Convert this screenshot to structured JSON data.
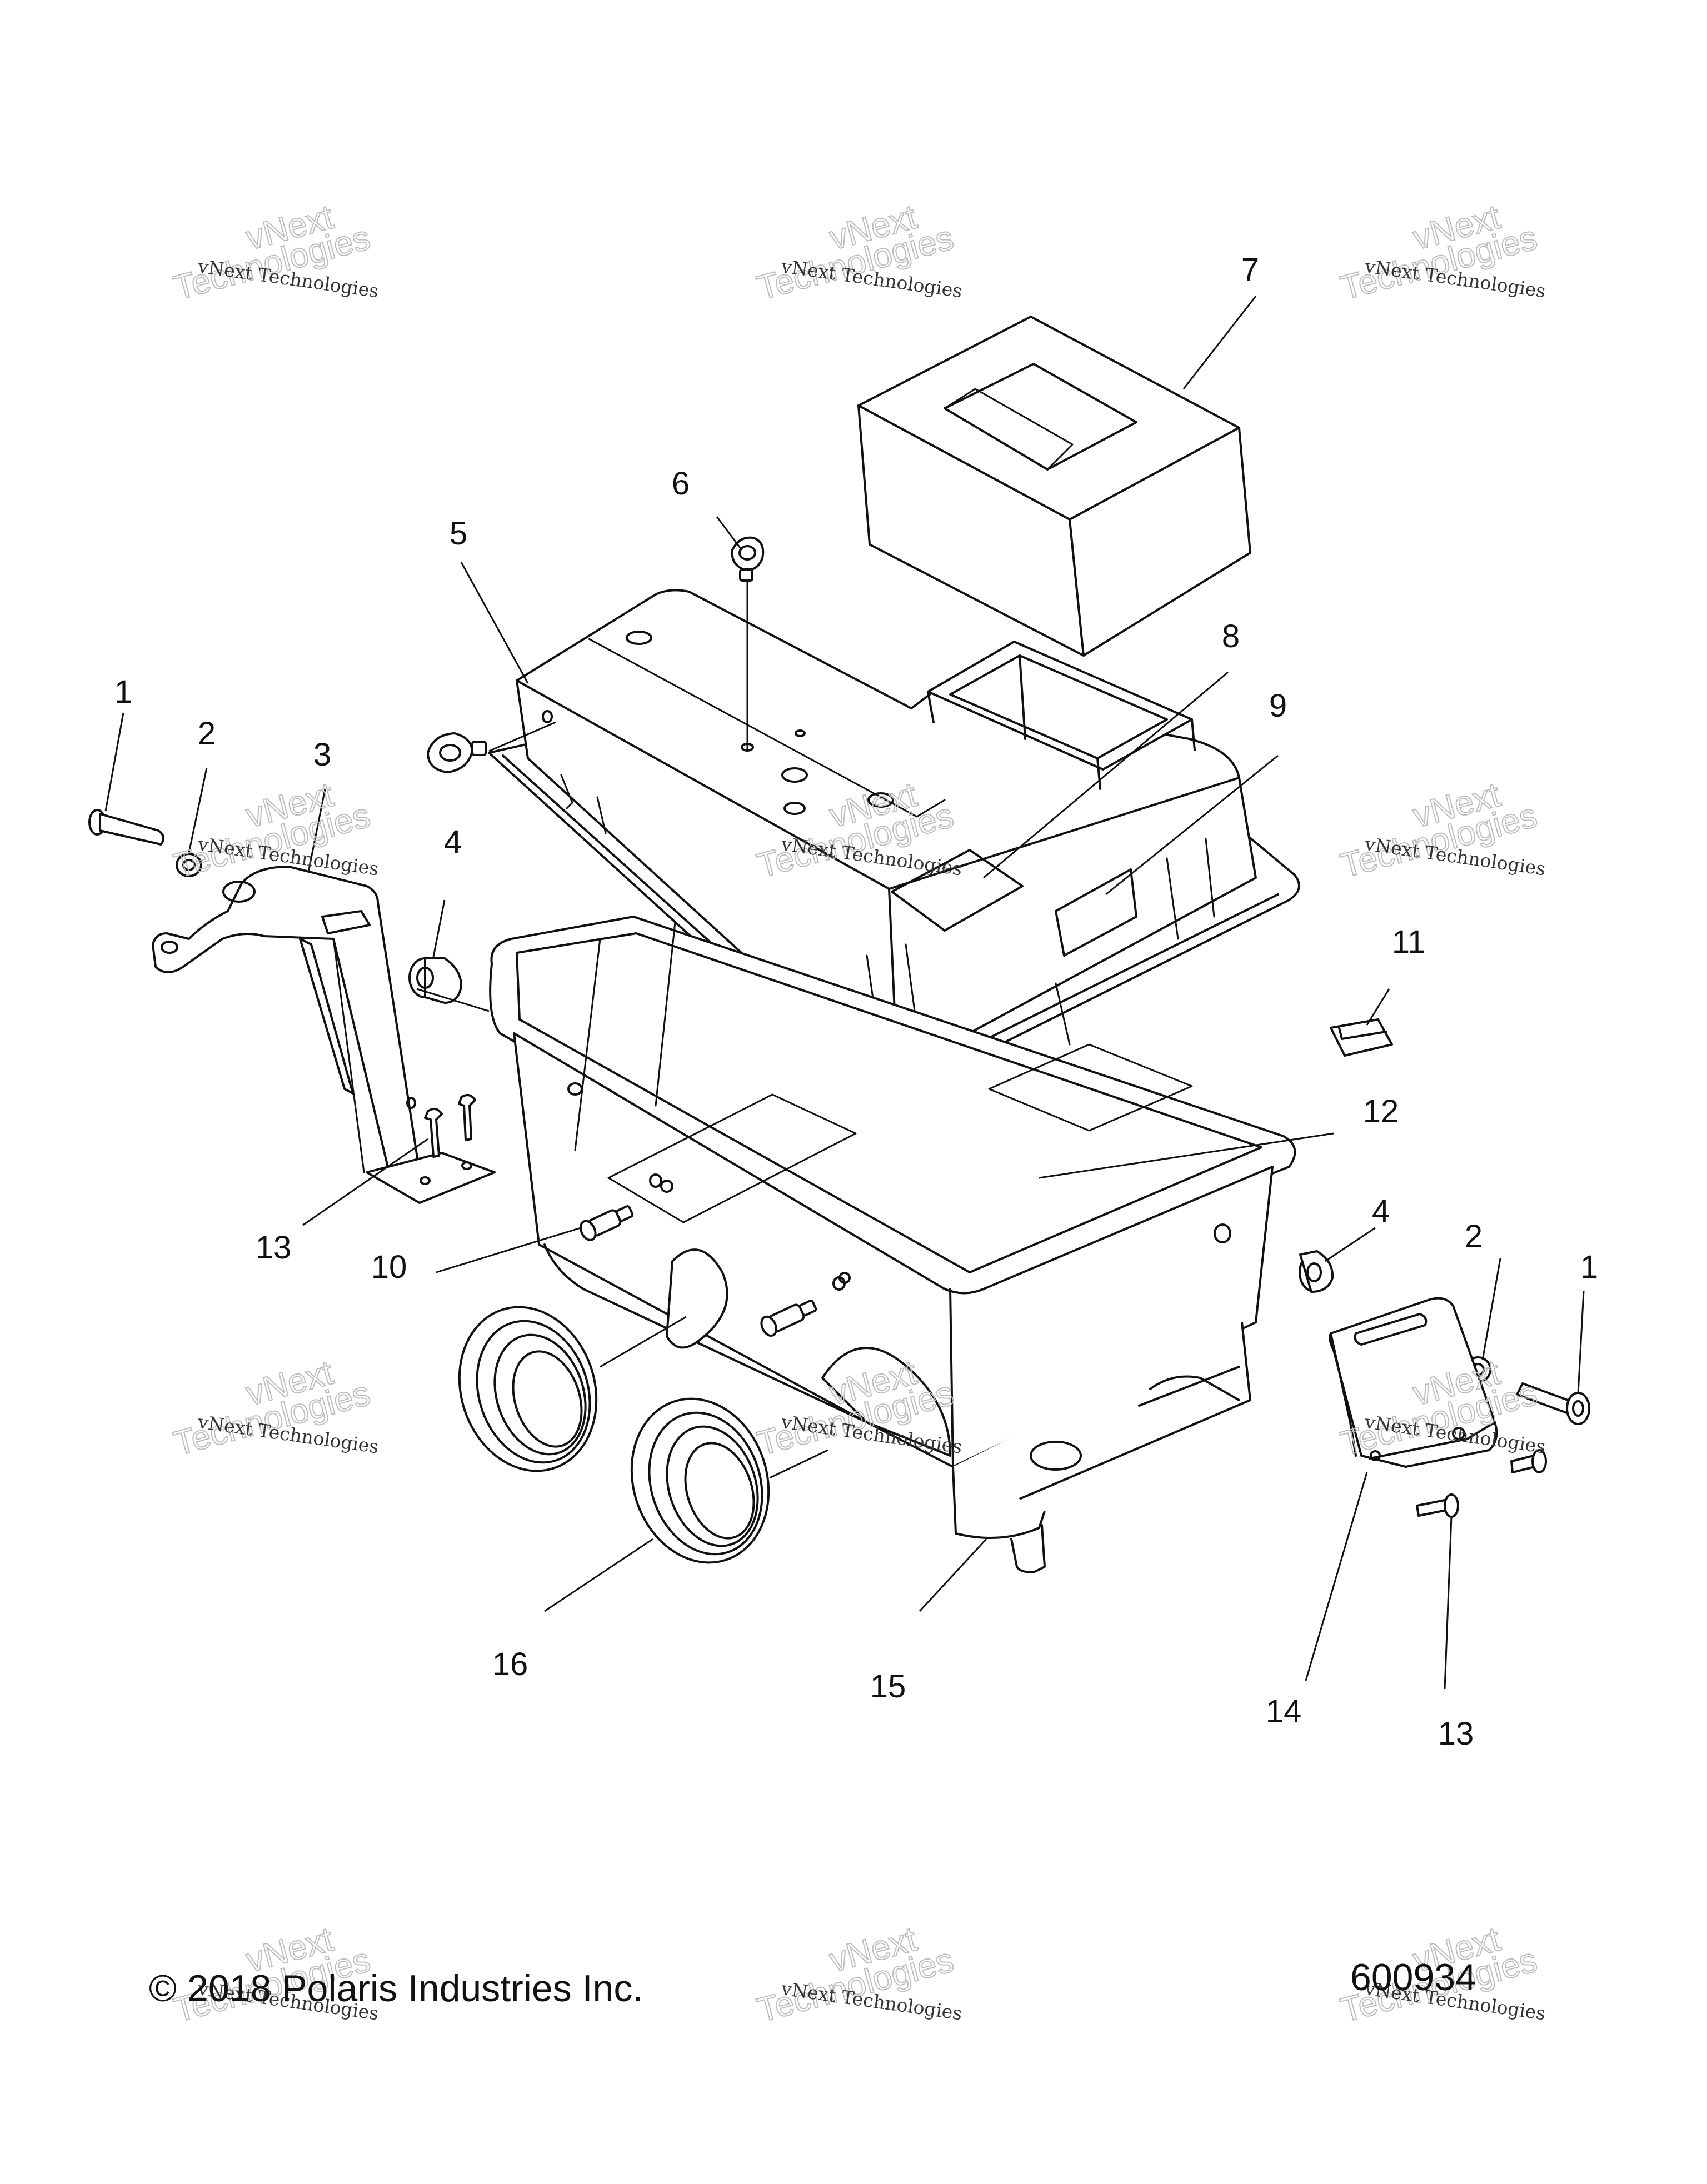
{
  "footer": {
    "copyright": "© 2018 Polaris Industries Inc.",
    "figure_number": "600934"
  },
  "watermark": {
    "line1": "vNext Technologies",
    "line2": "vNext",
    "line3": "Technologies"
  },
  "callouts": {
    "c1_left": "1",
    "c2_left": "2",
    "c3": "3",
    "c4_left": "4",
    "c5": "5",
    "c6": "6",
    "c7": "7",
    "c8": "8",
    "c9": "9",
    "c10": "10",
    "c11": "11",
    "c12": "12",
    "c13_left": "13",
    "c4_right": "4",
    "c2_right": "2",
    "c1_right": "1",
    "c14": "14",
    "c13_right": "13",
    "c15": "15",
    "c16": "16"
  }
}
